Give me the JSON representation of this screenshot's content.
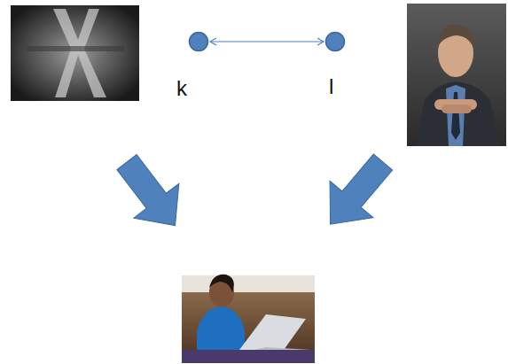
{
  "diagram": {
    "nodes": [
      {
        "text": [
          "k"
        ]
      },
      {
        "text": [
          "l"
        ]
      }
    ],
    "edges": [
      {
        "from": 0,
        "to": 1,
        "arrow": "both"
      }
    ]
  }
}
